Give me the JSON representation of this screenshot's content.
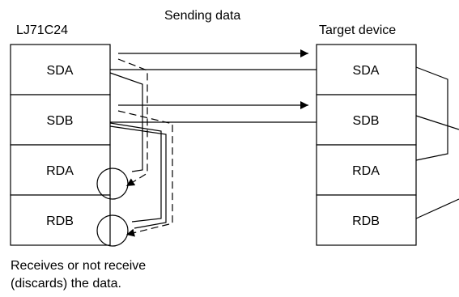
{
  "diagram": {
    "caption_top": "Sending data",
    "left_device": {
      "title": "LJ71C24",
      "pins": [
        "SDA",
        "SDB",
        "RDA",
        "RDB"
      ]
    },
    "right_device": {
      "title": "Target device",
      "pins": [
        "SDA",
        "SDB",
        "RDA",
        "RDB"
      ]
    },
    "note_line1": "Receives or not receive",
    "note_line2": "(discards) the data."
  }
}
